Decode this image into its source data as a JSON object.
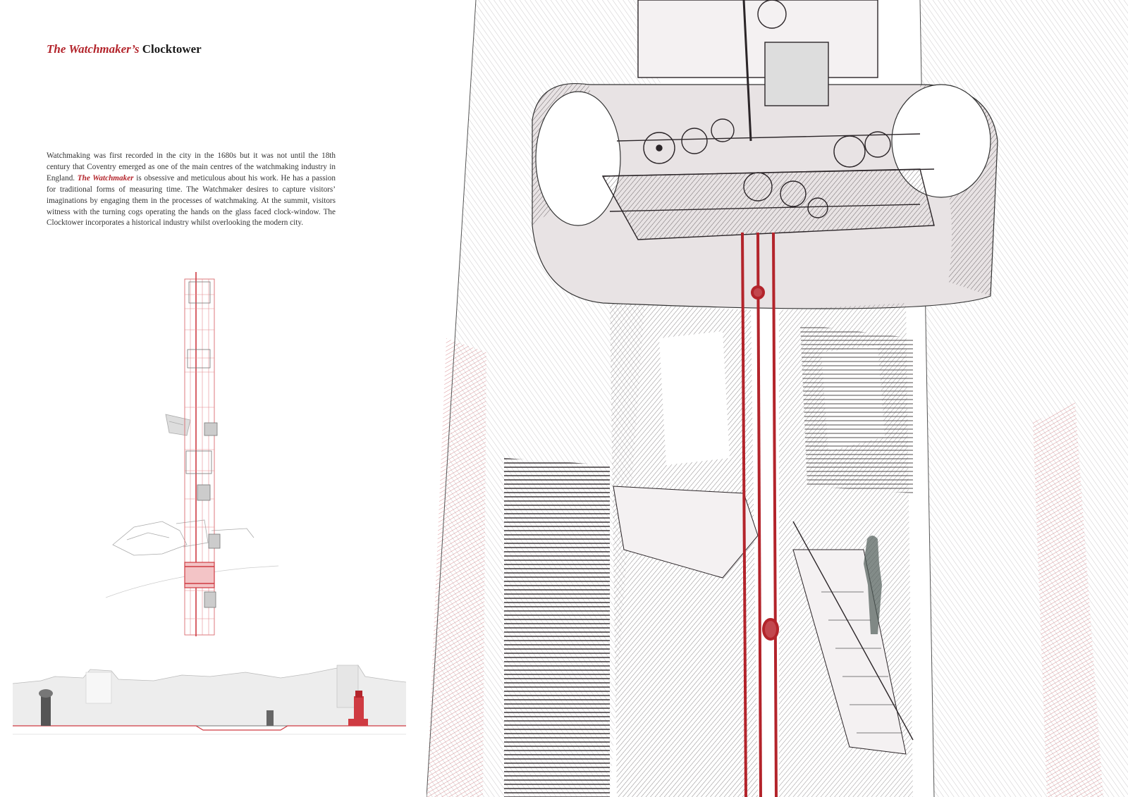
{
  "title": {
    "accent": "The Watchmaker’s",
    "rest": "Clocktower"
  },
  "description": {
    "part1": "Watchmaking was first recorded in the city in the 1680s but it was not until the 18th century that Coventry emerged as one of the main centres of the watchmaking industry in England. ",
    "emphasis": "The Watchmaker",
    "part2": " is obsessive and meticulous about his work. He has a passion for traditional forms of measuring time. The Watchmaker desires to capture visitors’ imaginations by engaging them in the processes of watchmaking. At the summit, visitors witness with the turning cogs operating the hands on the glass faced clock-window. The Clocktower incorporates a historical industry whilst overlooking the modern city."
  },
  "colors": {
    "accent": "#b3242b",
    "ink": "#2b2528",
    "paper": "#ffffff"
  }
}
